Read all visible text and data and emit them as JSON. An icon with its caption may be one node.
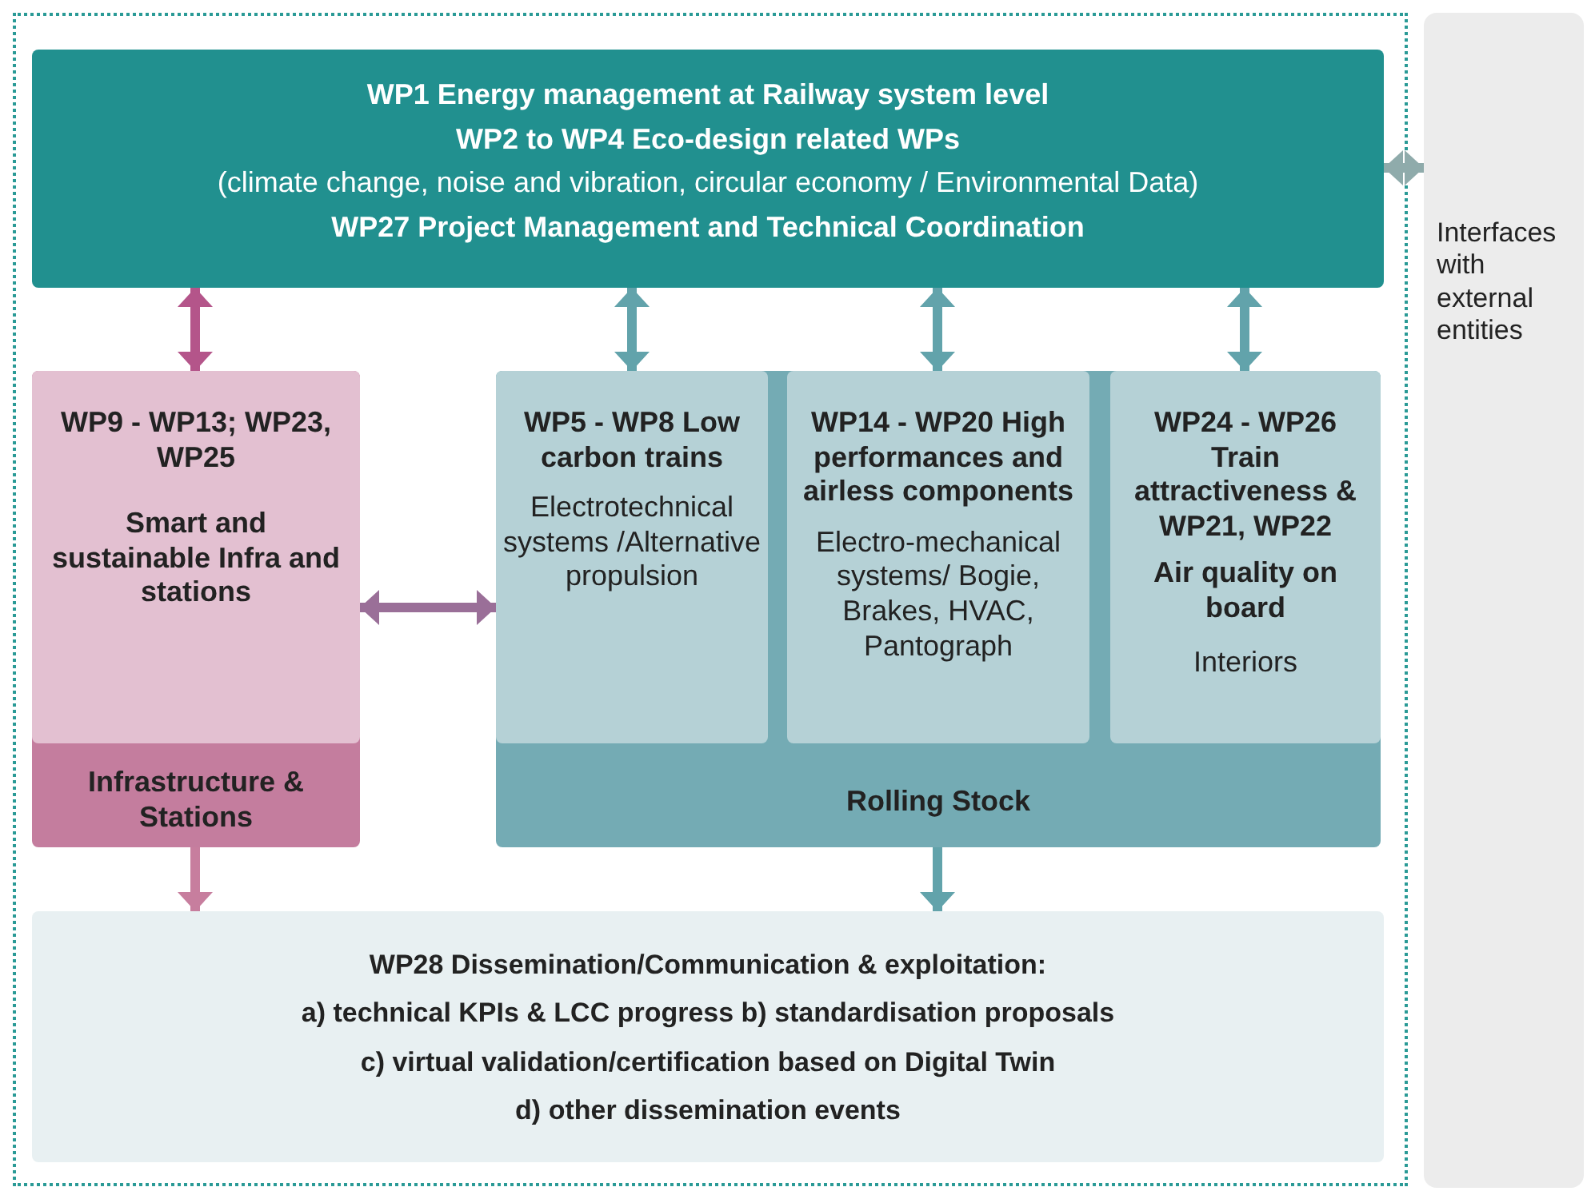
{
  "diagram": {
    "nodes": [
      {
        "text": [
          "WP1 Energy management at Railway system level",
          "WP2 to WP4 Eco-design related WPs",
          "(climate change, noise and vibration, circular economy / Environmental Data)",
          "WP27 Project Management and Technical Coordination"
        ]
      },
      {
        "text": [
          "Infrastructure & Stations"
        ]
      },
      {
        "text": [
          "WP9 - WP13; WP23, WP25",
          "Smart and sustainable Infra and stations"
        ],
        "in": 1
      },
      {
        "text": [
          "Rolling Stock"
        ]
      },
      {
        "text": [
          "WP5 - WP8 Low carbon trains",
          "Electrotechnical systems /Alternative propulsion"
        ],
        "in": 3
      },
      {
        "text": [
          "WP14 - WP20 High performances and airless components",
          "Electro-mechanical systems/ Bogie, Brakes, HVAC, Pantograph"
        ],
        "in": 3
      },
      {
        "text": [
          "WP24 - WP26 Train attractiveness & WP21, WP22",
          "Air quality on board",
          "Interiors"
        ],
        "in": 3
      },
      {
        "text": [
          "WP28 Dissemination/Communication & exploitation:",
          "a) technical KPIs & LCC progress b) standardisation proposals",
          "c) virtual validation/certification based on Digital Twin",
          "d) other dissemination events"
        ]
      },
      {
        "text": [
          "Interfaces with external entities"
        ]
      }
    ],
    "edges": [
      {
        "from": 0,
        "to": 2,
        "arrow": "both",
        "color": "#b4558a"
      },
      {
        "from": 0,
        "to": 4,
        "arrow": "both"
      },
      {
        "from": 0,
        "to": 5,
        "arrow": "both"
      },
      {
        "from": 0,
        "to": 6,
        "arrow": "both"
      },
      {
        "from": 2,
        "to": 4,
        "arrow": "both",
        "color": "#9a6f98"
      },
      {
        "from": 1,
        "to": 7,
        "arrow": "to",
        "color": "#c77e9e"
      },
      {
        "from": 3,
        "to": 7,
        "arrow": "to"
      },
      {
        "from": 0,
        "to": 8,
        "arrow": "both",
        "color": "#8fabab"
      }
    ]
  }
}
